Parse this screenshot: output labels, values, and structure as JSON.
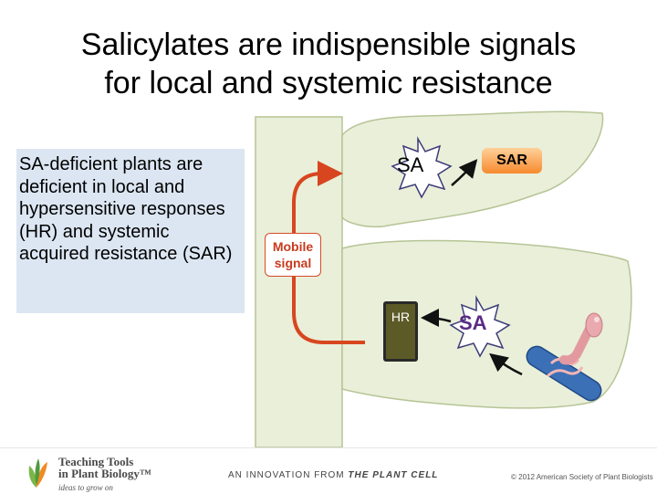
{
  "title": {
    "line1": "Salicylates are indispensible signals",
    "line2": "for local and systemic resistance"
  },
  "textbox": {
    "text": "SA-deficient plants are deficient in local and hypersensitive responses (HR) and systemic acquired resistance (SAR)"
  },
  "diagram": {
    "sa_top": "SA",
    "sar": "SAR",
    "mobile_signal_line1": "Mobile",
    "mobile_signal_line2": "signal",
    "hr": "HR",
    "sa_bottom": "SA"
  },
  "footer": {
    "brand_line1": "Teaching Tools",
    "brand_line2": "in Plant Biology™",
    "brand_tagline": "ideas to grow on",
    "innovation_prefix": "AN INNOVATION FROM",
    "innovation_source": "THE PLANT CELL",
    "copyright": "© 2012 American Society of Plant Biologists"
  },
  "colors": {
    "textbox_bg": "#dce6f2",
    "leaf_fill": "#e9efd9",
    "leaf_stroke": "#b6c496",
    "arrow_red": "#d8461f",
    "sar_orange": "#f68a2e",
    "star_stroke": "#3c3c78",
    "hr_fill": "#5c5a26",
    "bacterium_blue": "#3b6fb6",
    "sa_bottom_text": "#5b2a86"
  }
}
